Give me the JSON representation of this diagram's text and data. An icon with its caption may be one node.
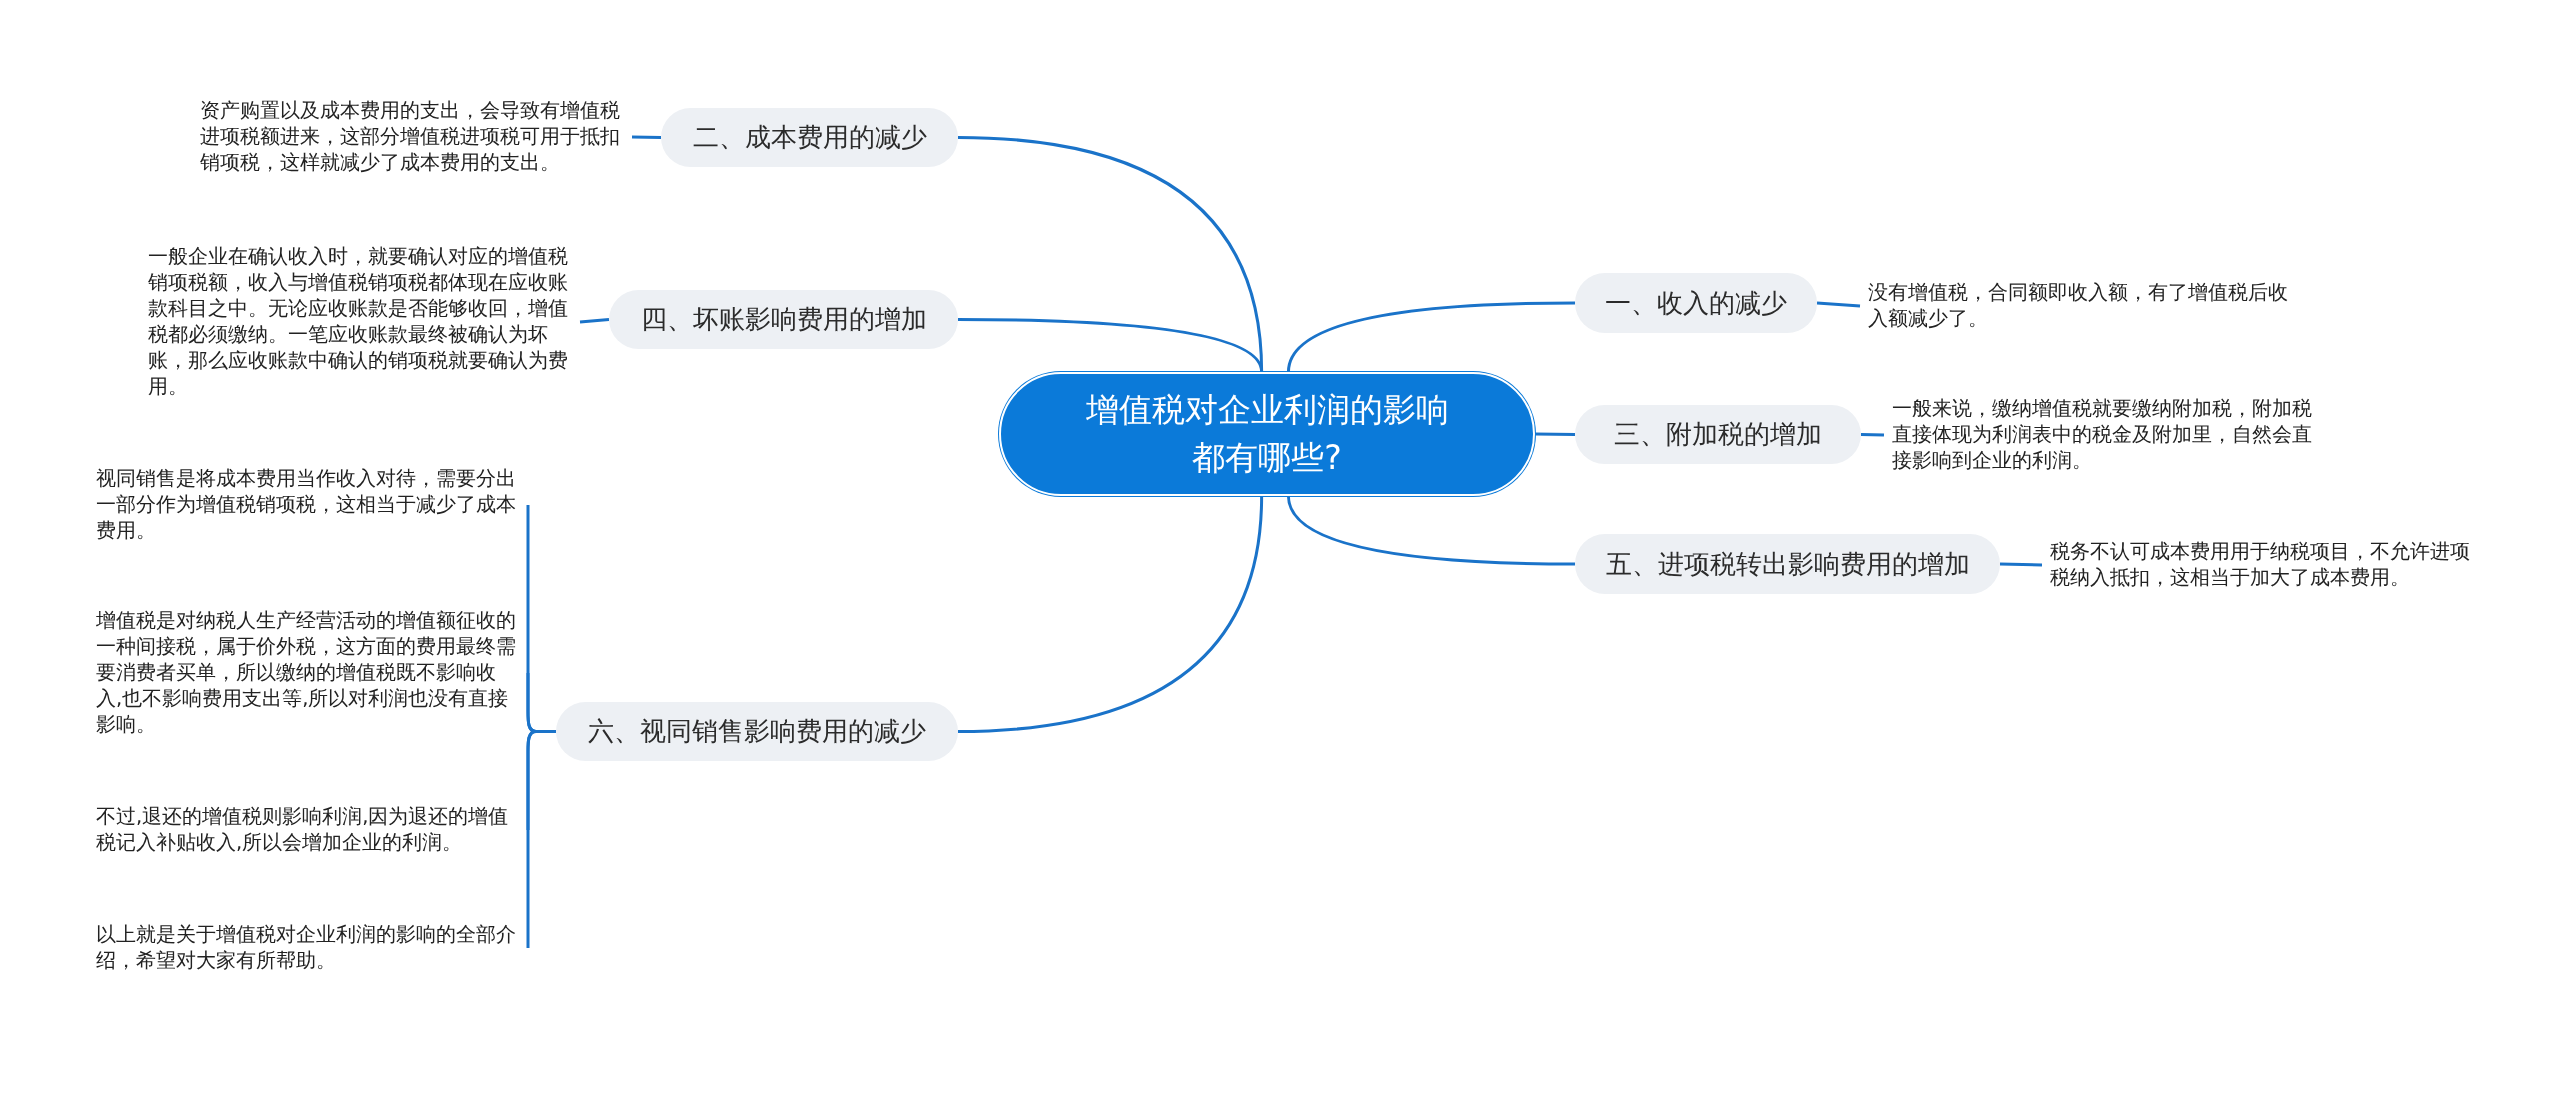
{
  "diagram": {
    "nodes": [
      {
        "text": [
          "增值税对企业利润的影响都有哪些?"
        ]
      },
      {
        "text": [
          "二、成本费用的减少"
        ]
      },
      {
        "text": [
          "资产购置以及成本费用的支出，会导致有增值税进项税额进来，这部分增值税进项税可用于抵扣销项税，这样就减少了成本费用的支出。"
        ]
      },
      {
        "text": [
          "四、坏账影响费用的增加"
        ]
      },
      {
        "text": [
          "一般企业在确认收入时，就要确认对应的增值税销项税额，收入与增值税销项税都体现在应收账款科目之中。无论应收账款是否能够收回，增值税都必须缴纳。一笔应收账款最终被确认为坏账，那么应收账款中确认的销项税就要确认为费用。"
        ]
      },
      {
        "text": [
          "六、视同销售影响费用的减少"
        ]
      },
      {
        "text": [
          "视同销售是将成本费用当作收入对待，需要分出一部分作为增值税销项税，这相当于减少了成本费用。"
        ]
      },
      {
        "text": [
          "增值税是对纳税人生产经营活动的增值额征收的一种间接税，属于价外税，这方面的费用最终需要消费者买单，所以缴纳的增值税既不影响收入,也不影响费用支出等,所以对利润也没有直接影响。"
        ]
      },
      {
        "text": [
          "不过,退还的增值税则影响利润,因为退还的增值税记入补贴收入,所以会增加企业的利润。"
        ]
      },
      {
        "text": [
          "以上就是关于增值税对企业利润的影响的全部介绍，希望对大家有所帮助。"
        ]
      },
      {
        "text": [
          "一、收入的减少"
        ]
      },
      {
        "text": [
          "没有增值税，合同额即收入额，有了增值税后收入额减少了。"
        ]
      },
      {
        "text": [
          "三、附加税的增加"
        ]
      },
      {
        "text": [
          "一般来说，缴纳增值税就要缴纳附加税，附加税直接体现为利润表中的税金及附加里，自然会直接影响到企业的利润。"
        ]
      },
      {
        "text": [
          "五、进项税转出影响费用的增加"
        ]
      },
      {
        "text": [
          "税务不认可成本费用用于纳税项目，不允许进项税纳入抵扣，这相当于加大了成本费用。"
        ]
      }
    ],
    "edges": [
      {
        "from": 0,
        "to": 1,
        "arrow": "none"
      },
      {
        "from": 1,
        "to": 2,
        "arrow": "none"
      },
      {
        "from": 0,
        "to": 3,
        "arrow": "none"
      },
      {
        "from": 3,
        "to": 4,
        "arrow": "none"
      },
      {
        "from": 0,
        "to": 5,
        "arrow": "none"
      },
      {
        "from": 5,
        "to": 6,
        "arrow": "none"
      },
      {
        "from": 5,
        "to": 7,
        "arrow": "none"
      },
      {
        "from": 5,
        "to": 8,
        "arrow": "none"
      },
      {
        "from": 5,
        "to": 9,
        "arrow": "none"
      },
      {
        "from": 0,
        "to": 10,
        "arrow": "none"
      },
      {
        "from": 10,
        "to": 11,
        "arrow": "none"
      },
      {
        "from": 0,
        "to": 12,
        "arrow": "none"
      },
      {
        "from": 12,
        "to": 13,
        "arrow": "none"
      },
      {
        "from": 0,
        "to": 14,
        "arrow": "none"
      },
      {
        "from": 14,
        "to": 15,
        "arrow": "none"
      }
    ]
  }
}
